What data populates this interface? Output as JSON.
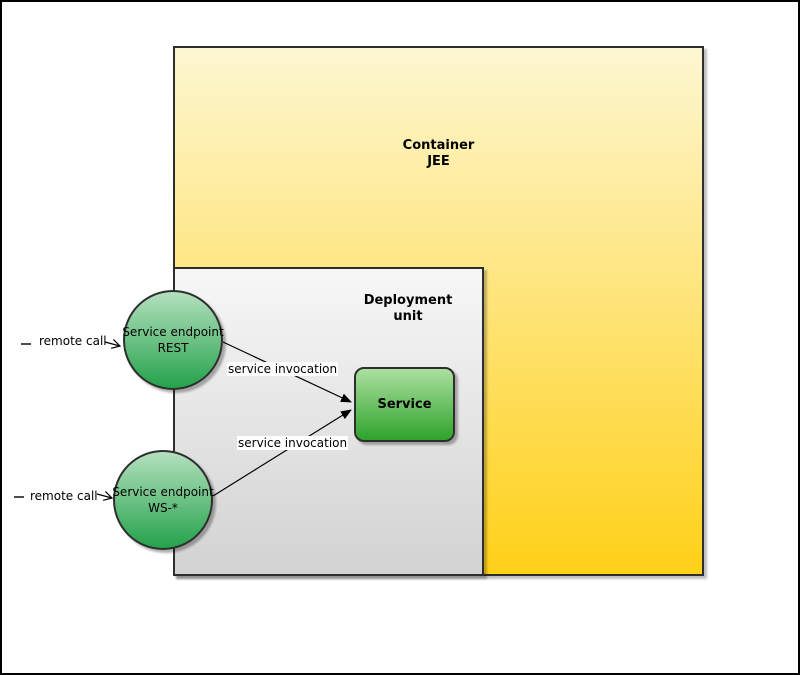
{
  "diagram": {
    "container": {
      "title": "Container",
      "subtitle": "JEE"
    },
    "deployment_unit": {
      "title": "Deployment",
      "subtitle": "unit"
    },
    "service": {
      "label": "Service"
    },
    "endpoints": [
      {
        "title": "Service endpoint",
        "subtitle": "REST"
      },
      {
        "title": "Service endpoint",
        "subtitle": "WS-*"
      }
    ],
    "remote_calls": [
      {
        "label": "remote call"
      },
      {
        "label": "remote call"
      }
    ],
    "invocations": [
      {
        "label": "service invocation"
      },
      {
        "label": "service invocation"
      }
    ]
  },
  "colors": {
    "container_top": "#FDF7D2",
    "container_bottom": "#FFD018",
    "deployment_top": "#F7F7F7",
    "deployment_bottom": "#D2D2D2",
    "endpoint_top": "#B4E0BE",
    "endpoint_bottom": "#24A24B",
    "service_top": "#ACE0A0",
    "service_bottom": "#2EA32B",
    "border": "#2E2E2E",
    "label_bg": "#FFFFFF",
    "edge": "#000000"
  }
}
